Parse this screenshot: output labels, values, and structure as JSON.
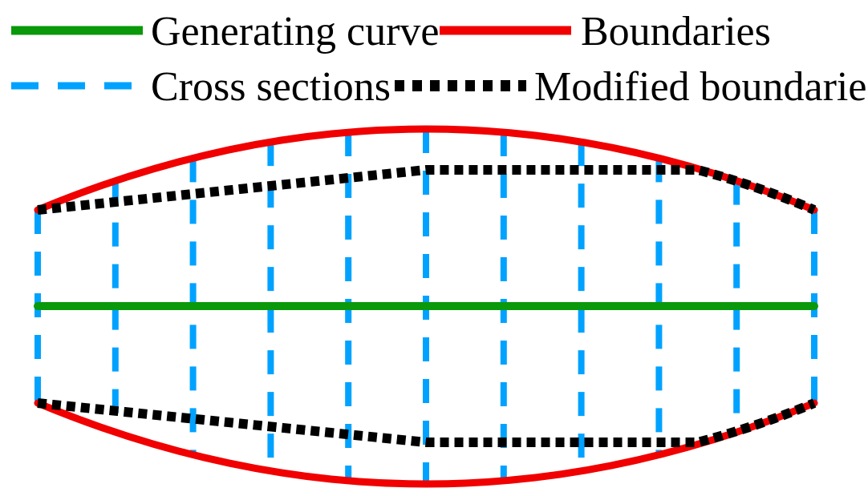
{
  "legend": {
    "items": [
      {
        "label": "Generating curve",
        "color": "#0a990a",
        "style": "solid"
      },
      {
        "label": "Boundaries",
        "color": "#f00000",
        "style": "solid"
      },
      {
        "label": "Cross sections",
        "color": "#00a2ff",
        "style": "dashed"
      },
      {
        "label": "Modified boundaries",
        "color": "#000000",
        "style": "dotted"
      }
    ]
  },
  "diagram": {
    "cross_section_count": 11
  }
}
